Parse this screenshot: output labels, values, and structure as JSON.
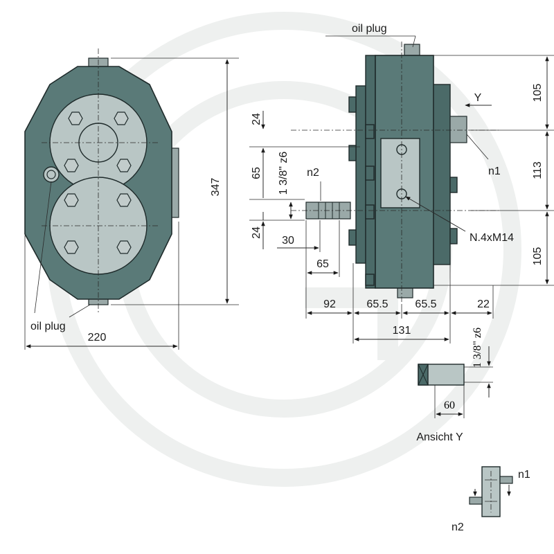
{
  "labels": {
    "oil_plug_top": "oil plug",
    "oil_plug_left": "oil plug",
    "view_y": "Y",
    "n1": "n1",
    "n2": "n2",
    "n1_small": "n1",
    "n2_small": "n2",
    "thread": "N.4xM14",
    "ansicht": "Ansicht Y"
  },
  "dimensions": {
    "width_front": "220",
    "height_front": "347",
    "side_105_top": "105",
    "side_113": "113",
    "side_105_bottom": "105",
    "left_24_top": "24",
    "left_65": "65",
    "spline_left": "1 3/8\" z6",
    "left_24_bottom": "24",
    "dim_30": "30",
    "dim_65_shaft": "65",
    "dim_92": "92",
    "dim_65_5_a": "65.5",
    "dim_65_5_b": "65.5",
    "dim_22": "22",
    "dim_131": "131",
    "spline_y": "1 3/8\" z6",
    "dim_60": "60"
  },
  "colors": {
    "body": "#5a7a78",
    "plate": "#b9c6c5",
    "line": "#1e2a2a"
  }
}
